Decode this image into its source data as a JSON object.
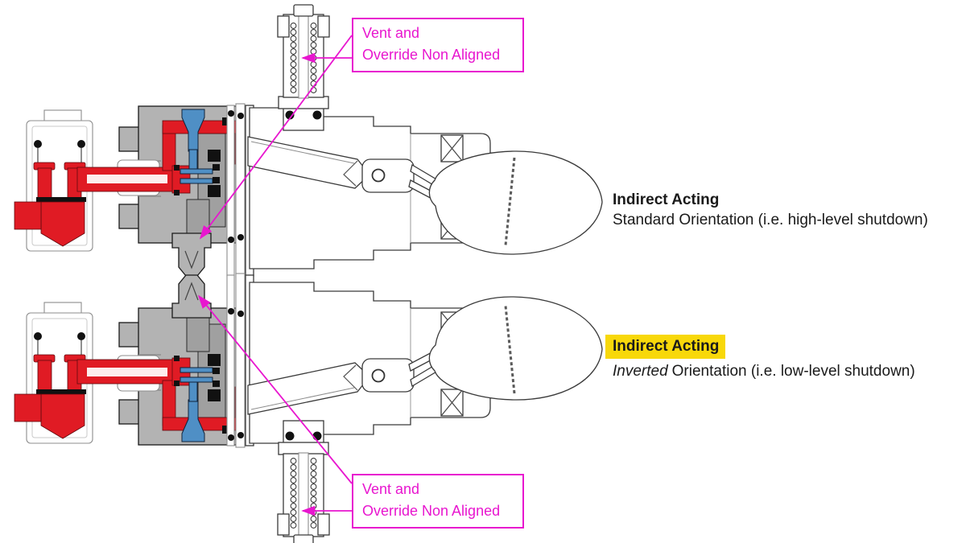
{
  "callouts": {
    "top": {
      "line1": "Vent and",
      "line2": "Override Non Aligned"
    },
    "bottom": {
      "line1": "Vent and",
      "line2": "Override Non Aligned"
    }
  },
  "labels": {
    "standard": {
      "title": "Indirect Acting",
      "subtitle": "Standard Orientation (i.e. high-level shutdown)"
    },
    "inverted": {
      "title": "Indirect Acting",
      "subtitle_em": "Inverted",
      "subtitle_rest": "Orientation (i.e. low-level shutdown)"
    }
  },
  "colors": {
    "magenta": "#e816cf",
    "red": "#e01b24",
    "blue": "#4f8fc5",
    "gray": "#b3b3b3",
    "gray_dark": "#a0a0a0",
    "highlight_yellow": "#f8d80a",
    "text": "#1a1a1a"
  }
}
